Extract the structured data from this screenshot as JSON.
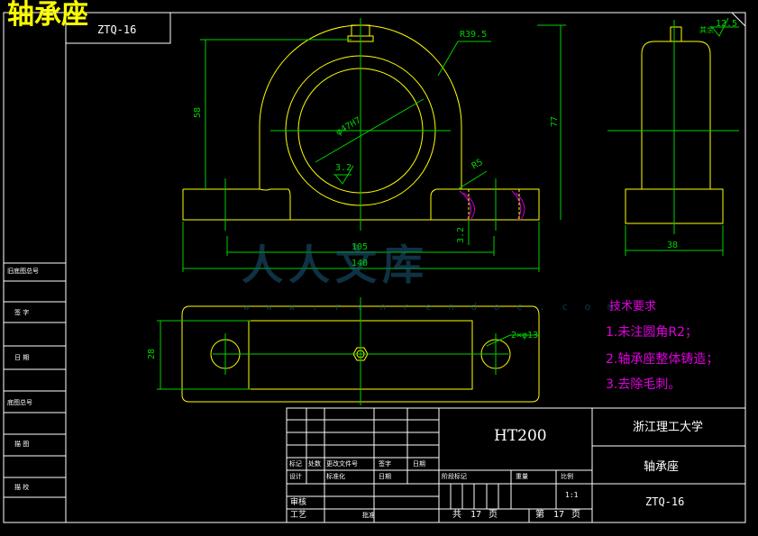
{
  "drawing": {
    "title": "轴承座",
    "code_top": "ZTQ-16"
  },
  "dimensions": {
    "r395": "R39.5",
    "d47": "φ47H7",
    "r5": "R5",
    "ra32_a": "3.2",
    "ra32_b": "3.2",
    "dim58": "58",
    "dim77": "77",
    "dim105": "105",
    "dim140": "140",
    "dim38": "38",
    "dim28": "28",
    "holes": "2×φ13",
    "ra125": "12.5",
    "rest": "其余"
  },
  "tech": {
    "heading": "技术要求",
    "item1": "1.未注圆角R2；",
    "item2": "2.轴承座整体铸造；",
    "item3": "3.去除毛刺。"
  },
  "left_table": {
    "r1": "旧底图总号",
    "r2": "签    字",
    "r3": "日    期",
    "r4": "底图总号",
    "r5": "描    图",
    "r6": "描    校"
  },
  "title_block": {
    "material": "HT200",
    "school": "浙江理工大学",
    "part_name": "轴承座",
    "part_code": "ZTQ-16",
    "scale": "1:1",
    "total_label": "共",
    "total_num": "17",
    "total_unit": "页",
    "page_label": "第",
    "page_num": "17",
    "page_unit": "页",
    "review": "审核",
    "craft": "工艺",
    "design": "设计",
    "mark": "标记",
    "count": "处数",
    "change_file": "更改文件号",
    "sign": "签字",
    "date": "日期",
    "std_mark": "阶段标记",
    "weight": "重量",
    "ratio": "比例",
    "approve": "批准",
    "standardize": "标准化",
    "date2": "日期"
  },
  "watermark": {
    "text": "人人文库",
    "url": "w w w . r e n r e n d o c . c o m"
  }
}
